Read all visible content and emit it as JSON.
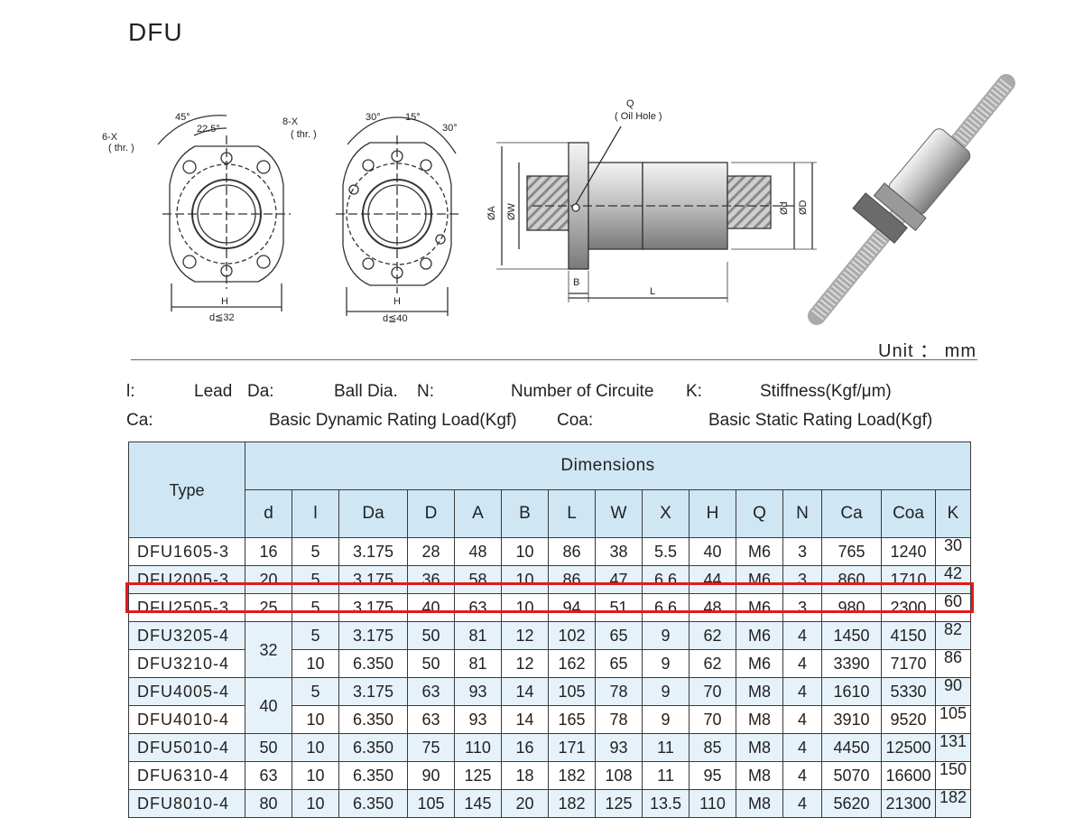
{
  "title": "DFU",
  "drawings": {
    "view1": {
      "x_label": "6-X",
      "x_sub": "( thr. )",
      "angle1": "45°",
      "angle2": "22.5°",
      "h_label": "H",
      "d_label": "d≦32"
    },
    "view2": {
      "x_label": "8-X",
      "x_sub": "( thr. )",
      "angle1": "30°",
      "angle2": "15°",
      "angle3": "30°",
      "h_label": "H",
      "d_label": "d≦40"
    },
    "side": {
      "q_label": "Q",
      "q_sub": "( Oil Hole )",
      "a_label": "ØA",
      "w_label": "ØW",
      "d_label": "Ød",
      "dd_label": "ØD",
      "b_label": "B",
      "l_label": "L"
    }
  },
  "unit": "Unit ： mm",
  "legend": {
    "l_key": "l:",
    "l_val": "Lead",
    "da_key": "Da:",
    "da_val": "Ball Dia.",
    "n_key": "N:",
    "n_val": "Number of Circuite",
    "k_key": "K:",
    "k_val": "Stiffness(Kgf/μm)",
    "ca_key": "Ca:",
    "ca_val": "Basic Dynamic Rating Load(Kgf)",
    "coa_key": "Coa:",
    "coa_val": "Basic Static Rating Load(Kgf)"
  },
  "table": {
    "type_header": "Type",
    "dimensions_header": "Dimensions",
    "columns": [
      "d",
      "l",
      "Da",
      "D",
      "A",
      "B",
      "L",
      "W",
      "X",
      "H",
      "Q",
      "N",
      "Ca",
      "Coa",
      "K"
    ],
    "rows": [
      {
        "type": "DFU1605-3",
        "d": "16",
        "l": "5",
        "Da": "3.175",
        "D": "28",
        "A": "48",
        "B": "10",
        "L": "86",
        "W": "38",
        "X": "5.5",
        "H": "40",
        "Q": "M6",
        "N": "3",
        "Ca": "765",
        "Coa": "1240",
        "K": "30"
      },
      {
        "type": "DFU2005-3",
        "d": "20",
        "l": "5",
        "Da": "3.175",
        "D": "36",
        "A": "58",
        "B": "10",
        "L": "86",
        "W": "47",
        "X": "6.6",
        "H": "44",
        "Q": "M6",
        "N": "3",
        "Ca": "860",
        "Coa": "1710",
        "K": "42"
      },
      {
        "type": "DFU2505-3",
        "d": "25",
        "l": "5",
        "Da": "3.175",
        "D": "40",
        "A": "63",
        "B": "10",
        "L": "94",
        "W": "51",
        "X": "6.6",
        "H": "48",
        "Q": "M6",
        "N": "3",
        "Ca": "980",
        "Coa": "2300",
        "K": "60"
      },
      {
        "type": "DFU3205-4",
        "d": "32",
        "l": "5",
        "Da": "3.175",
        "D": "50",
        "A": "81",
        "B": "12",
        "L": "102",
        "W": "65",
        "X": "9",
        "H": "62",
        "Q": "M6",
        "N": "4",
        "Ca": "1450",
        "Coa": "4150",
        "K": "82"
      },
      {
        "type": "DFU3210-4",
        "d": "",
        "l": "10",
        "Da": "6.350",
        "D": "50",
        "A": "81",
        "B": "12",
        "L": "162",
        "W": "65",
        "X": "9",
        "H": "62",
        "Q": "M6",
        "N": "4",
        "Ca": "3390",
        "Coa": "7170",
        "K": "86"
      },
      {
        "type": "DFU4005-4",
        "d": "40",
        "l": "5",
        "Da": "3.175",
        "D": "63",
        "A": "93",
        "B": "14",
        "L": "105",
        "W": "78",
        "X": "9",
        "H": "70",
        "Q": "M8",
        "N": "4",
        "Ca": "1610",
        "Coa": "5330",
        "K": "90"
      },
      {
        "type": "DFU4010-4",
        "d": "",
        "l": "10",
        "Da": "6.350",
        "D": "63",
        "A": "93",
        "B": "14",
        "L": "165",
        "W": "78",
        "X": "9",
        "H": "70",
        "Q": "M8",
        "N": "4",
        "Ca": "3910",
        "Coa": "9520",
        "K": "105"
      },
      {
        "type": "DFU5010-4",
        "d": "50",
        "l": "10",
        "Da": "6.350",
        "D": "75",
        "A": "110",
        "B": "16",
        "L": "171",
        "W": "93",
        "X": "11",
        "H": "85",
        "Q": "M8",
        "N": "4",
        "Ca": "4450",
        "Coa": "12500",
        "K": "131"
      },
      {
        "type": "DFU6310-4",
        "d": "63",
        "l": "10",
        "Da": "6.350",
        "D": "90",
        "A": "125",
        "B": "18",
        "L": "182",
        "W": "108",
        "X": "11",
        "H": "95",
        "Q": "M8",
        "N": "4",
        "Ca": "5070",
        "Coa": "16600",
        "K": "150"
      },
      {
        "type": "DFU8010-4",
        "d": "80",
        "l": "10",
        "Da": "6.350",
        "D": "105",
        "A": "145",
        "B": "20",
        "L": "182",
        "W": "125",
        "X": "13.5",
        "H": "110",
        "Q": "M8",
        "N": "4",
        "Ca": "5620",
        "Coa": "21300",
        "K": "182"
      }
    ]
  },
  "colors": {
    "header_bg": "#cfe6f5",
    "row_alt_bg": "#e6f2fa",
    "highlight": "#e01b1b"
  }
}
